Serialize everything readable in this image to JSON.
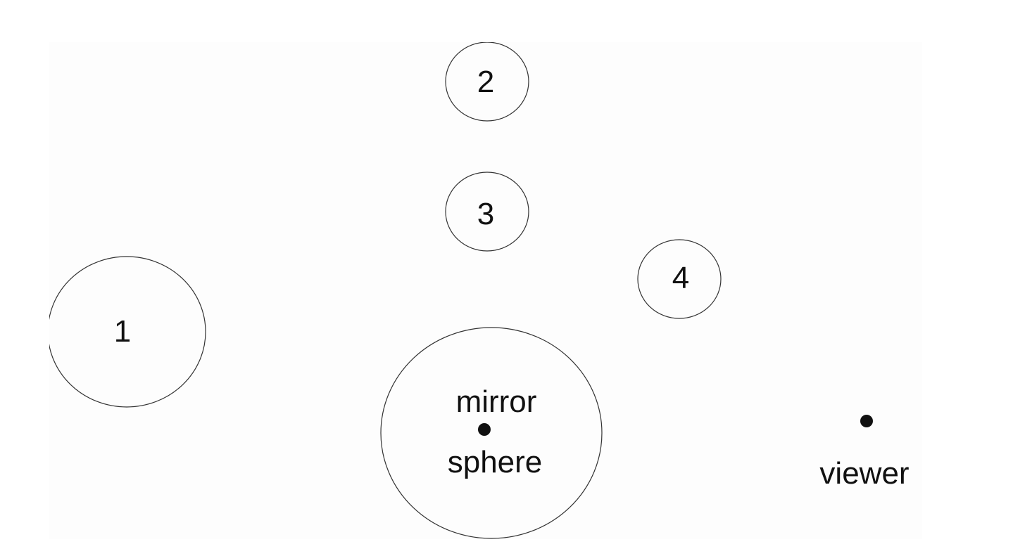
{
  "diagram": {
    "spheres": [
      {
        "id": "1",
        "label": "1"
      },
      {
        "id": "2",
        "label": "2"
      },
      {
        "id": "3",
        "label": "3"
      },
      {
        "id": "4",
        "label": "4"
      }
    ],
    "mirror": {
      "label_top": "mirror",
      "label_bottom": "sphere"
    },
    "viewer": {
      "label": "viewer"
    },
    "colors": {
      "stroke": "#333333",
      "text": "#111111",
      "background": "#fdfdfd"
    }
  }
}
